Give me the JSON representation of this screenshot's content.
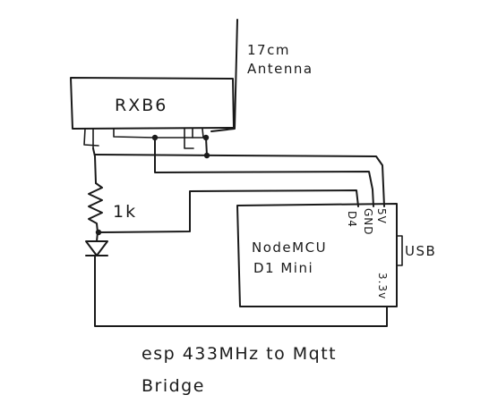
{
  "antenna": {
    "line1": "17cm",
    "line2": "Antenna"
  },
  "receiver": {
    "label": "RXB6"
  },
  "resistor": {
    "label": "1k"
  },
  "board": {
    "line1": "NodeMCU",
    "line2": "D1 Mini",
    "pin_d4": "D4",
    "pin_gnd": "GND",
    "pin_5v": "5V",
    "pin_3v3": "3.3v",
    "usb_label": "USB"
  },
  "caption": {
    "line1": "esp 433MHz to Mqtt",
    "line2": "Bridge"
  }
}
